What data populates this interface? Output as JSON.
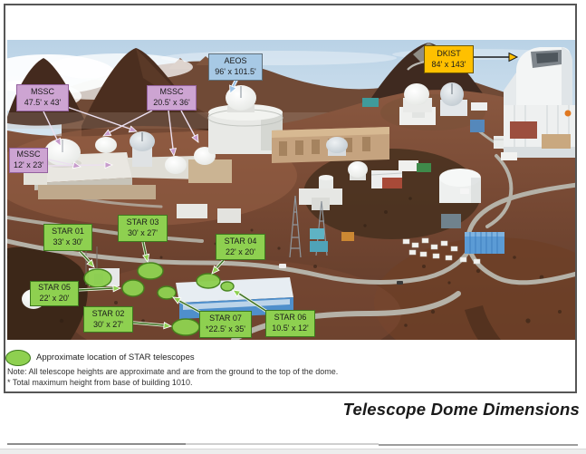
{
  "caption": "Telescope Dome Dimensions",
  "legend": {
    "text": "Approximate location of STAR telescopes"
  },
  "notes": {
    "line1": "Note: All telescope heights are approximate and are from the ground to the top of the dome.",
    "line2": "* Total maximum height from base of building 1010."
  },
  "labels": {
    "aeos": {
      "title": "AEOS",
      "dims": "96' x 101.5'"
    },
    "dkist": {
      "title": "DKIST",
      "dims": "84' x 143'"
    },
    "mssc": [
      {
        "title": "MSSC",
        "dims": "47.5' x 43'"
      },
      {
        "title": "MSSC",
        "dims": "20.5' x 36'"
      },
      {
        "title": "MSSC",
        "dims": "12' x 23'"
      }
    ],
    "star": [
      {
        "title": "STAR 01",
        "dims": "33' x 30'"
      },
      {
        "title": "STAR 03",
        "dims": "30' x 27'"
      },
      {
        "title": "STAR 04",
        "dims": "22' x 20'"
      },
      {
        "title": "STAR 05",
        "dims": "22' x 20'"
      },
      {
        "title": "STAR 02",
        "dims": "30' x 27'"
      },
      {
        "title": "STAR 07",
        "dims": "*22.5' x 35'"
      },
      {
        "title": "STAR 06",
        "dims": "10.5' x 12'"
      }
    ]
  },
  "colors": {
    "star_green": "#8ed050",
    "star_green_border": "#3e7a1e",
    "mssc_purple": "#cda4d2",
    "aeos_blue": "#a7c9e5",
    "dkist_orange": "#ffc000"
  }
}
